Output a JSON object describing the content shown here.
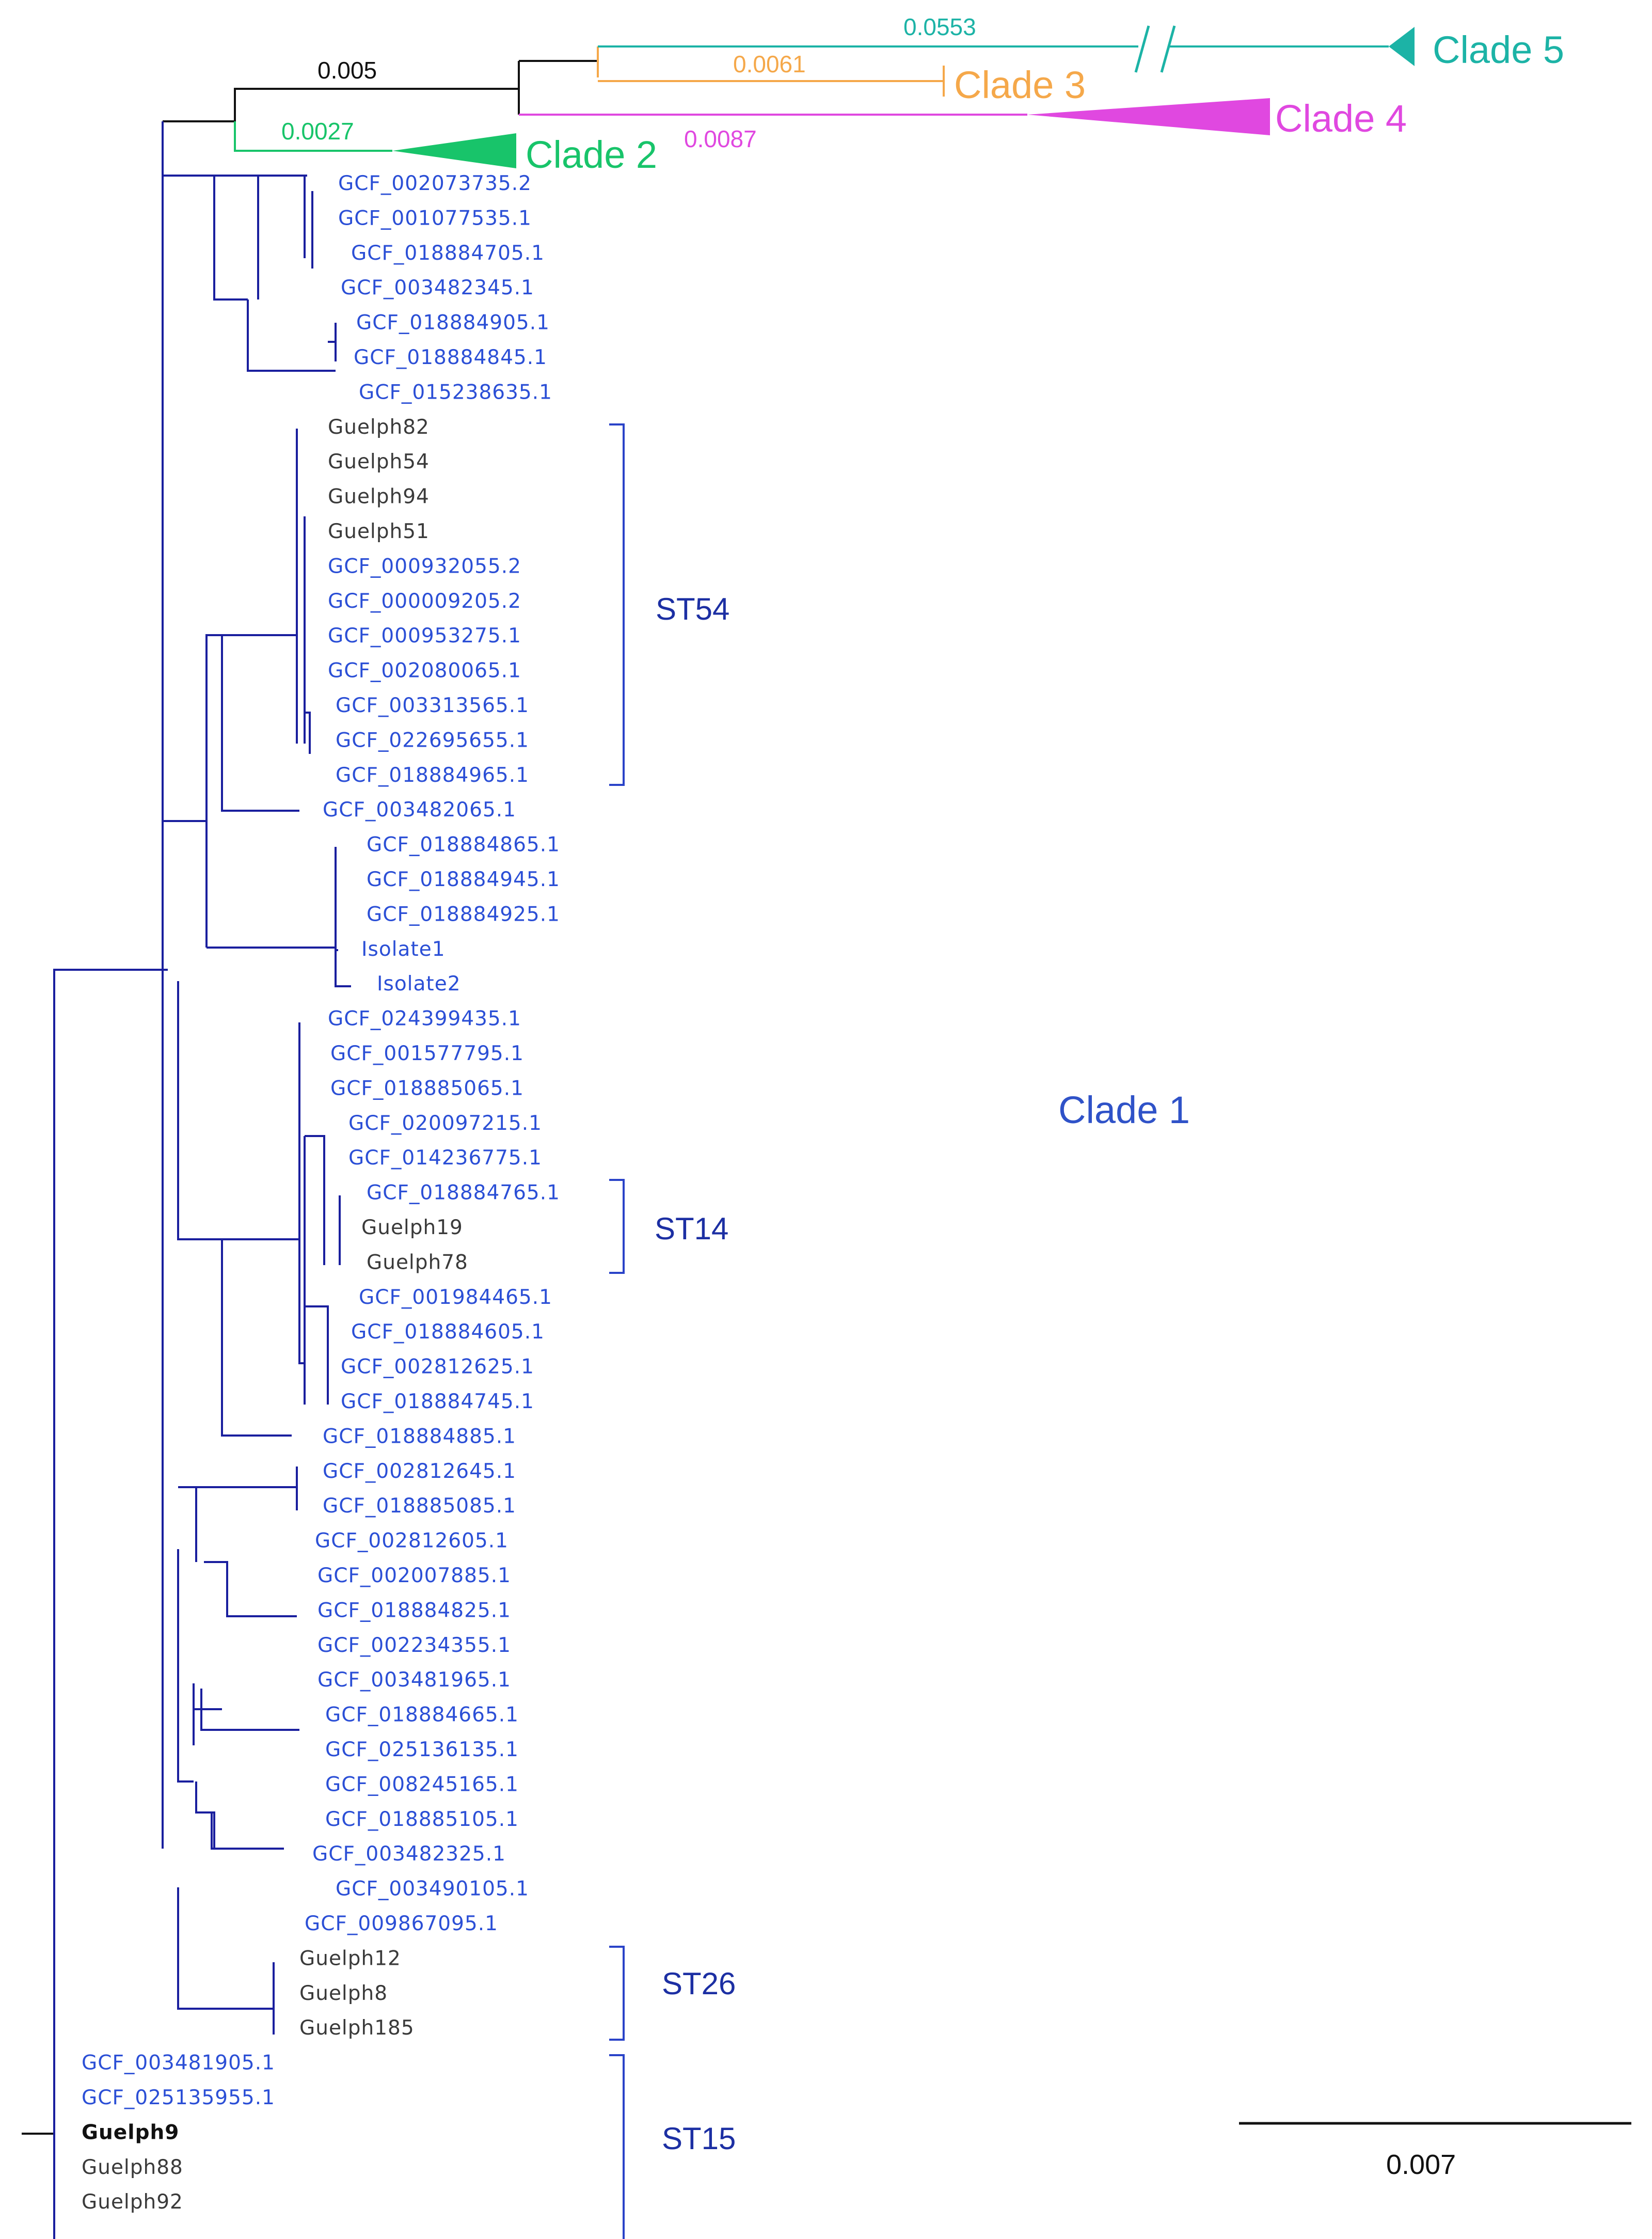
{
  "colors": {
    "clade1": "#2f52c8",
    "clade1_branch": "#1a1f9e",
    "clade2": "#18c46a",
    "clade3": "#f5a84a",
    "clade4": "#e048e0",
    "clade5": "#1cb3a6",
    "reference_label": "#2b4fd6",
    "local_label": "#3a3a3a"
  },
  "clades": {
    "clade1": "Clade 1",
    "clade2": "Clade 2",
    "clade3": "Clade 3",
    "clade4": "Clade 4",
    "clade5": "Clade 5"
  },
  "branch_lengths": {
    "root_to_outer": "0.005",
    "clade2": "0.0027",
    "clade3": "0.0061",
    "clade4": "0.0087",
    "clade5": "0.0553"
  },
  "sequence_types": {
    "st54": "ST54",
    "st14": "ST14",
    "st26": "ST26",
    "st15": "ST15"
  },
  "scale_bar": "0.007",
  "leaves": [
    {
      "name": "GCF_002073735.2",
      "group": "reference"
    },
    {
      "name": "GCF_001077535.1",
      "group": "reference"
    },
    {
      "name": "GCF_018884705.1",
      "group": "reference"
    },
    {
      "name": "GCF_003482345.1",
      "group": "reference"
    },
    {
      "name": "GCF_018884905.1",
      "group": "reference"
    },
    {
      "name": "GCF_018884845.1",
      "group": "reference"
    },
    {
      "name": "GCF_015238635.1",
      "group": "reference"
    },
    {
      "name": "Guelph82",
      "group": "local"
    },
    {
      "name": "Guelph54",
      "group": "local"
    },
    {
      "name": "Guelph94",
      "group": "local"
    },
    {
      "name": "Guelph51",
      "group": "local"
    },
    {
      "name": "GCF_000932055.2",
      "group": "reference"
    },
    {
      "name": "GCF_000009205.2",
      "group": "reference"
    },
    {
      "name": "GCF_000953275.1",
      "group": "reference"
    },
    {
      "name": "GCF_002080065.1",
      "group": "reference"
    },
    {
      "name": "GCF_003313565.1",
      "group": "reference"
    },
    {
      "name": "GCF_022695655.1",
      "group": "reference"
    },
    {
      "name": "GCF_018884965.1",
      "group": "reference"
    },
    {
      "name": "GCF_003482065.1",
      "group": "reference"
    },
    {
      "name": "GCF_018884865.1",
      "group": "reference"
    },
    {
      "name": "GCF_018884945.1",
      "group": "reference"
    },
    {
      "name": "GCF_018884925.1",
      "group": "reference"
    },
    {
      "name": "Isolate1",
      "group": "reference"
    },
    {
      "name": "Isolate2",
      "group": "reference"
    },
    {
      "name": "GCF_024399435.1",
      "group": "reference"
    },
    {
      "name": "GCF_001577795.1",
      "group": "reference"
    },
    {
      "name": "GCF_018885065.1",
      "group": "reference"
    },
    {
      "name": "GCF_020097215.1",
      "group": "reference"
    },
    {
      "name": "GCF_014236775.1",
      "group": "reference"
    },
    {
      "name": "GCF_018884765.1",
      "group": "reference"
    },
    {
      "name": "Guelph19",
      "group": "local"
    },
    {
      "name": "Guelph78",
      "group": "local"
    },
    {
      "name": "GCF_001984465.1",
      "group": "reference"
    },
    {
      "name": "GCF_018884605.1",
      "group": "reference"
    },
    {
      "name": "GCF_002812625.1",
      "group": "reference"
    },
    {
      "name": "GCF_018884745.1",
      "group": "reference"
    },
    {
      "name": "GCF_018884885.1",
      "group": "reference"
    },
    {
      "name": "GCF_002812645.1",
      "group": "reference"
    },
    {
      "name": "GCF_018885085.1",
      "group": "reference"
    },
    {
      "name": "GCF_002812605.1",
      "group": "reference"
    },
    {
      "name": "GCF_002007885.1",
      "group": "reference"
    },
    {
      "name": "GCF_018884825.1",
      "group": "reference"
    },
    {
      "name": "GCF_002234355.1",
      "group": "reference"
    },
    {
      "name": "GCF_003481965.1",
      "group": "reference"
    },
    {
      "name": "GCF_018884665.1",
      "group": "reference"
    },
    {
      "name": "GCF_025136135.1",
      "group": "reference"
    },
    {
      "name": "GCF_008245165.1",
      "group": "reference"
    },
    {
      "name": "GCF_018885105.1",
      "group": "reference"
    },
    {
      "name": "GCF_003482325.1",
      "group": "reference"
    },
    {
      "name": "GCF_003490105.1",
      "group": "reference"
    },
    {
      "name": "GCF_009867095.1",
      "group": "reference"
    },
    {
      "name": "Guelph12",
      "group": "local"
    },
    {
      "name": "Guelph8",
      "group": "local"
    },
    {
      "name": "Guelph185",
      "group": "local"
    },
    {
      "name": "GCF_003481905.1",
      "group": "reference"
    },
    {
      "name": "GCF_025135955.1",
      "group": "reference"
    },
    {
      "name": "Guelph9",
      "group": "local-bold"
    },
    {
      "name": "Guelph88",
      "group": "local"
    },
    {
      "name": "Guelph92",
      "group": "local"
    }
  ]
}
